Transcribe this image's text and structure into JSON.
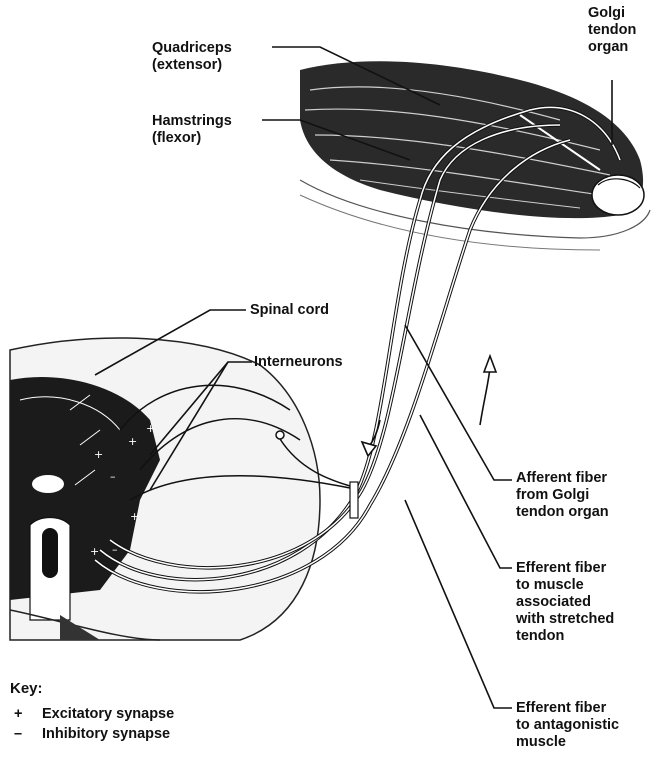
{
  "labels": {
    "quadriceps": "Quadriceps\n(extensor)",
    "hamstrings": "Hamstrings\n(flexor)",
    "golgi": "Golgi\ntendon\norgan",
    "spinal_cord": "Spinal cord",
    "interneurons": "Interneurons",
    "afferent": "Afferent fiber\nfrom Golgi\ntendon organ",
    "efferent_stretched": "Efferent fiber\nto muscle\nassociated\nwith stretched\ntendon",
    "efferent_antagonistic": "Efferent fiber\nto antagonistic\nmuscle"
  },
  "key": {
    "title": "Key:",
    "items": [
      {
        "symbol": "+",
        "text": "Excitatory synapse"
      },
      {
        "symbol": "–",
        "text": "Inhibitory synapse"
      }
    ]
  }
}
